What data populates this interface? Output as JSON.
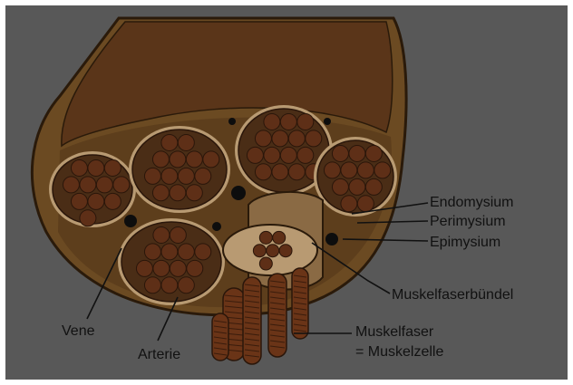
{
  "labels": {
    "endomysium": "Endomysium",
    "perimysium": "Perimysium",
    "epimysium": "Epimysium",
    "bundle": "Muskelfaserbündel",
    "fiber_line1": "Muskelfaser",
    "fiber_line2": "= Muskelzelle",
    "vein": "Vene",
    "artery": "Arterie"
  },
  "colors": {
    "background": "#585858",
    "epimysium_sheath": "#6b4a22",
    "muscle_surface": "#5a3519",
    "fascicle_fill": "#4a2d16",
    "perimysium_ring": "#b89a72",
    "fiber": "#5e2f17",
    "fiber_outline": "#2a160a",
    "vessel": "#0d0d0d",
    "leader_line": "#111111"
  }
}
